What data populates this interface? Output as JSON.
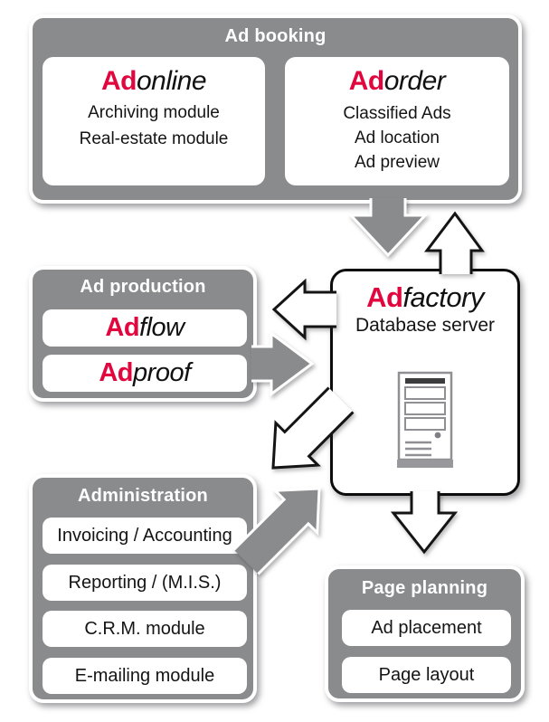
{
  "palette": {
    "gray": "#8a8b8d",
    "red": "#e1063e",
    "text": "#141414",
    "white": "#ffffff"
  },
  "ad_booking": {
    "title": "Ad booking",
    "adonline": {
      "brand_prefix": "Ad",
      "brand_suffix": "online",
      "modules": [
        "Archiving module",
        "Real-estate module"
      ]
    },
    "adorder": {
      "brand_prefix": "Ad",
      "brand_suffix": "order",
      "modules": [
        "Classified Ads",
        "Ad location",
        "Ad preview"
      ]
    }
  },
  "ad_production": {
    "title": "Ad production",
    "adflow": {
      "brand_prefix": "Ad",
      "brand_suffix": "flow"
    },
    "adproof": {
      "brand_prefix": "Ad",
      "brand_suffix": "proof"
    }
  },
  "adfactory": {
    "brand_prefix": "Ad",
    "brand_suffix": "factory",
    "subtitle": "Database server"
  },
  "administration": {
    "title": "Administration",
    "items": [
      "Invoicing / Accounting",
      "Reporting / (M.I.S.)",
      "C.R.M. module",
      "E-mailing module"
    ]
  },
  "page_planning": {
    "title": "Page planning",
    "items": [
      "Ad placement",
      "Page layout"
    ]
  },
  "icons": {
    "server": "server-tower-icon"
  }
}
